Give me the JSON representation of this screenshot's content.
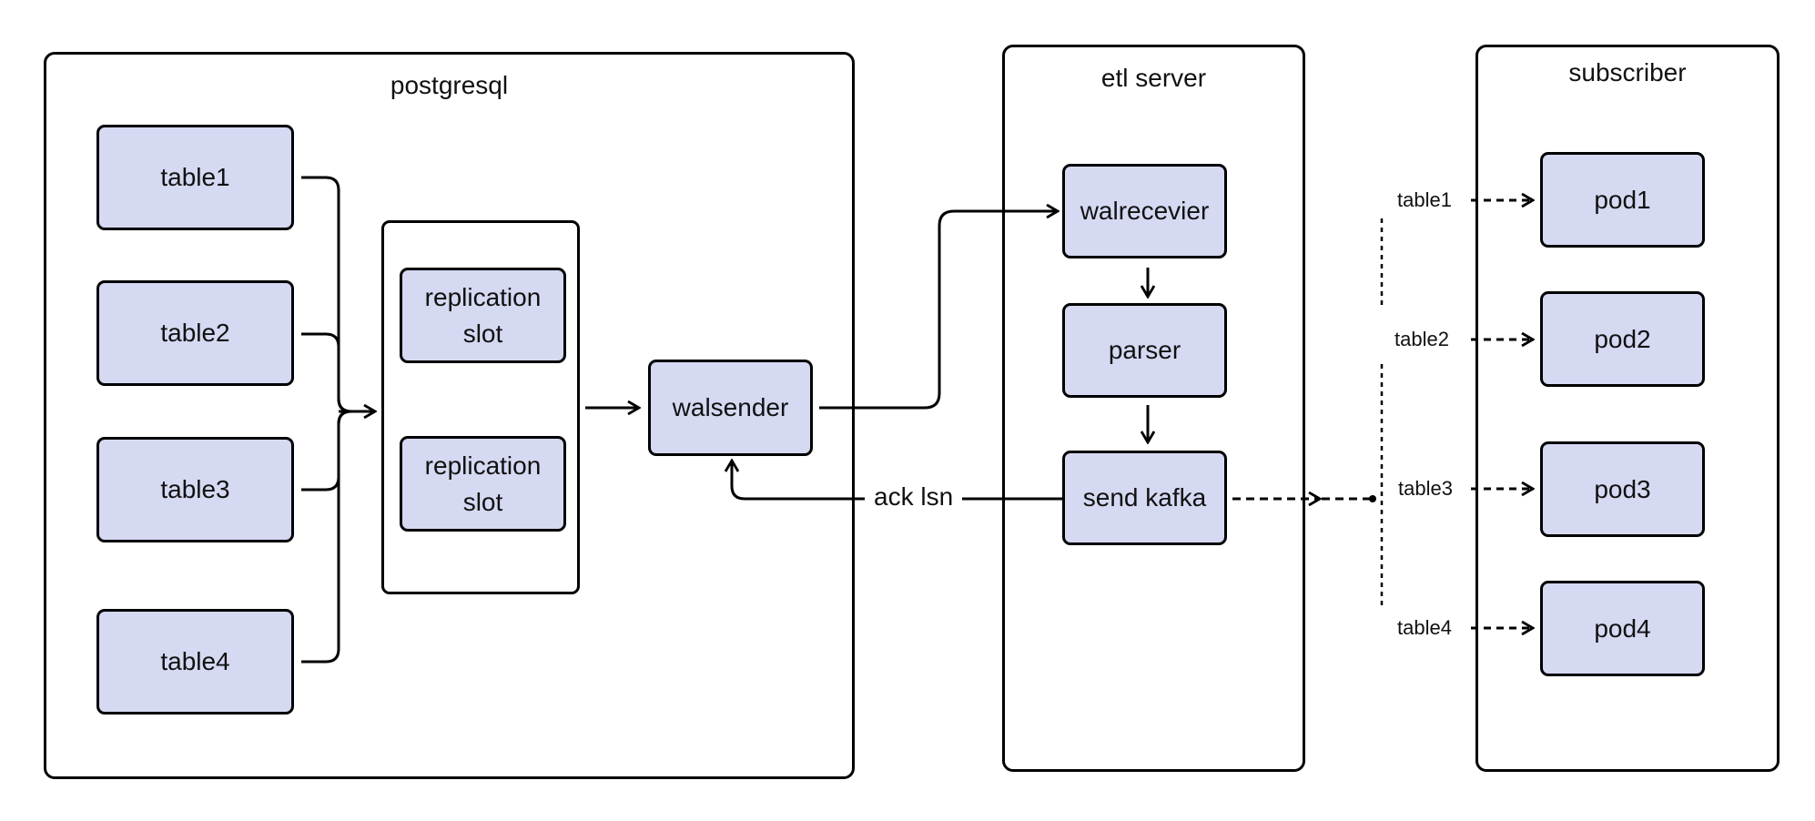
{
  "postgresql": {
    "title": "postgresql",
    "tables": [
      "table1",
      "table2",
      "table3",
      "table4"
    ],
    "slots": [
      "replication\nslot",
      "replication\nslot"
    ],
    "walsender": "walsender"
  },
  "etl": {
    "title": "etl server",
    "walreceiver": "walrecevier",
    "parser": "parser",
    "send_kafka": "send kafka",
    "ack_label": "ack lsn"
  },
  "subscriber": {
    "title": "subscriber",
    "topics": [
      "table1",
      "table2",
      "table3",
      "table4"
    ],
    "pods": [
      "pod1",
      "pod2",
      "pod3",
      "pod4"
    ]
  }
}
